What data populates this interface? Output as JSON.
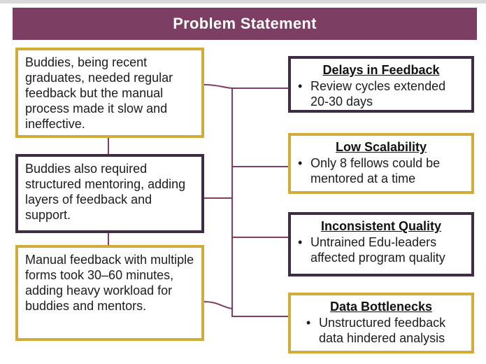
{
  "title": "Problem Statement",
  "bullet_char": "•",
  "colors": {
    "banner_bg": "#7C3E62",
    "banner_text": "#FFFFFF",
    "gold_border": "#D2AC3A",
    "dark_border": "#3F2D45",
    "connector_line": "#7E3F63",
    "body_text": "#1C1C1C",
    "background": "#FFFFFF"
  },
  "left_boxes": [
    {
      "text": "Buddies, being recent graduates, needed regular feedback but the manual process made it slow and ineffective.",
      "border": "gold"
    },
    {
      "text": "Buddies also required structured mentoring, adding layers of feedback and support.",
      "border": "dark"
    },
    {
      "text": "Manual feedback with multiple forms took 30–60 minutes, adding heavy workload for buddies and mentors.",
      "border": "gold"
    }
  ],
  "right_boxes": [
    {
      "title": "Delays in Feedback",
      "bullet": "Review cycles extended 20-30 days",
      "border": "dark"
    },
    {
      "title": "Low Scalability",
      "bullet": "Only 8 fellows could be mentored at a time",
      "border": "gold"
    },
    {
      "title": "Inconsistent Quality",
      "bullet": "Untrained Edu-leaders affected program quality",
      "border": "dark"
    },
    {
      "title": "Data Bottlenecks",
      "bullet": "Unstructured feedback data hindered analysis",
      "border": "gold"
    }
  ]
}
